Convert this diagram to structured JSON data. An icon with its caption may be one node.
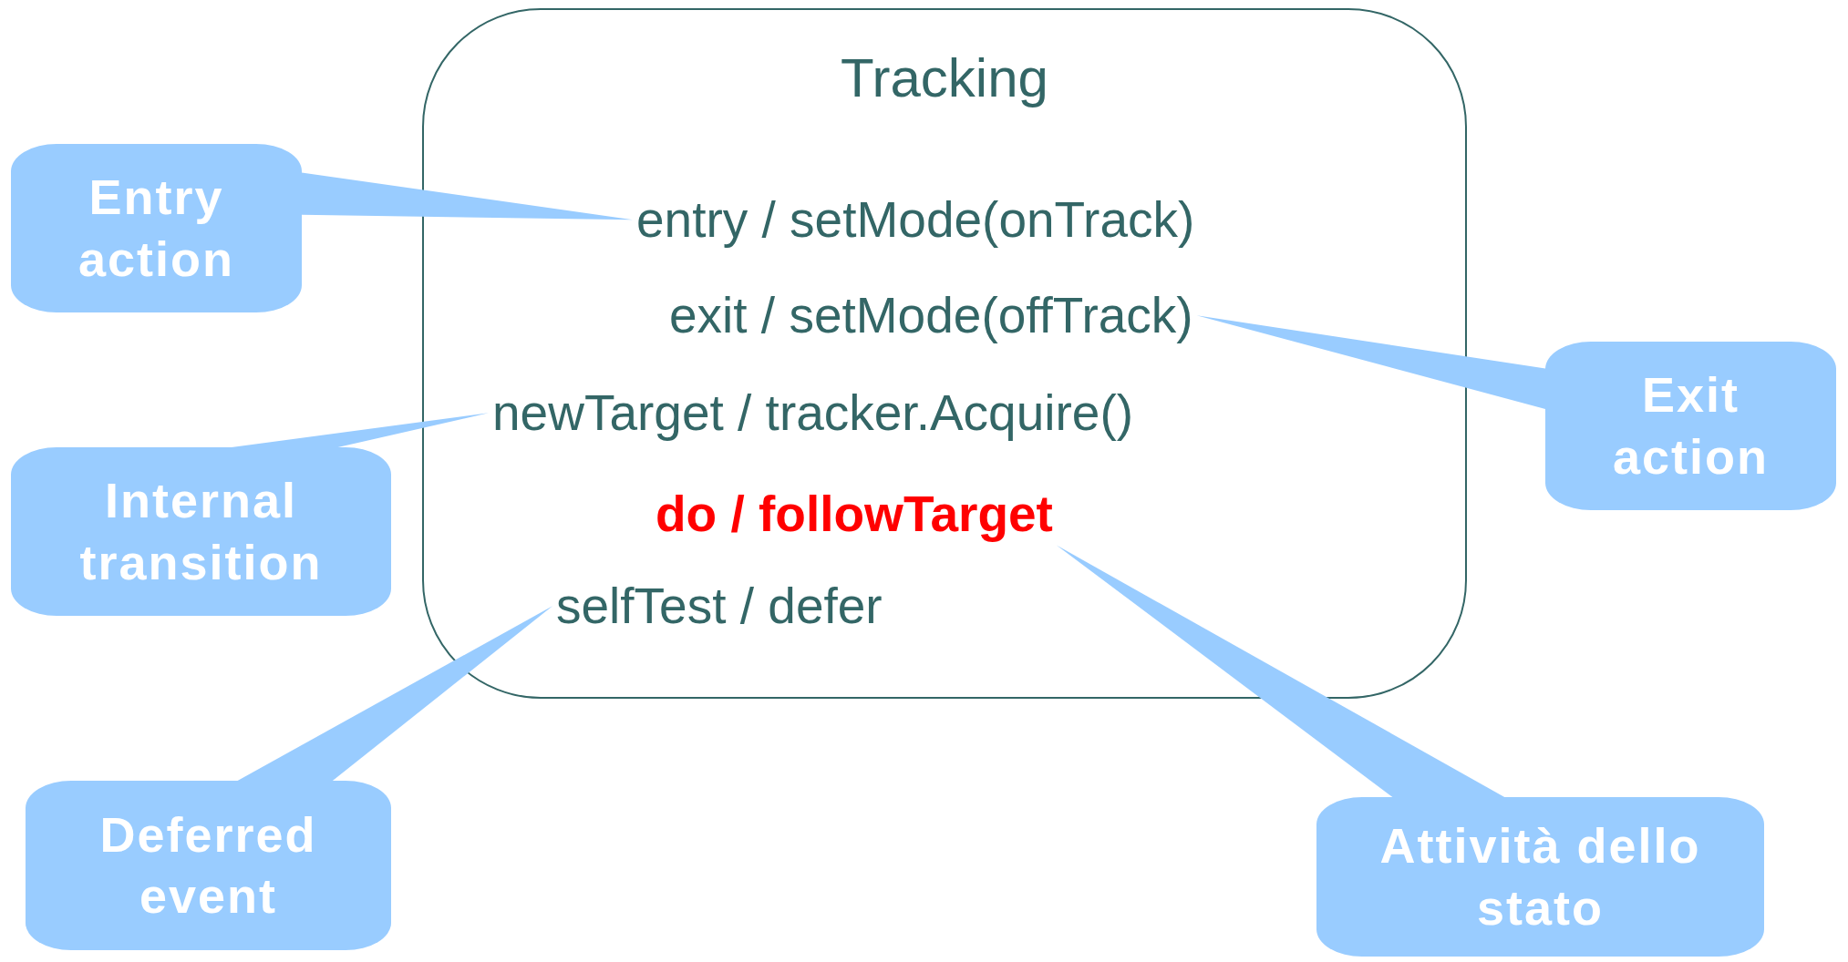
{
  "diagram": {
    "nodes": [
      {
        "text": [
          "Tracking"
        ]
      },
      {
        "text": [
          "entry / setMode(onTrack)"
        ],
        "in": 0
      },
      {
        "text": [
          "exit / setMode(offTrack)"
        ],
        "in": 0
      },
      {
        "text": [
          "newTarget / tracker.Acquire()"
        ],
        "in": 0
      },
      {
        "text": [
          "do / followTarget"
        ],
        "in": 0
      },
      {
        "text": [
          "selfTest / defer"
        ],
        "in": 0
      },
      {
        "text": [
          "Entry action"
        ]
      },
      {
        "text": [
          "Exit action"
        ]
      },
      {
        "text": [
          "Internal transition"
        ]
      },
      {
        "text": [
          "Deferred event"
        ]
      },
      {
        "text": [
          "Attività dello stato"
        ]
      }
    ],
    "edges": [
      {
        "from": 6,
        "to": 1,
        "arrow": "none"
      },
      {
        "from": 7,
        "to": 2,
        "arrow": "none"
      },
      {
        "from": 8,
        "to": 3,
        "arrow": "none"
      },
      {
        "from": 9,
        "to": 5,
        "arrow": "none"
      },
      {
        "from": 10,
        "to": 4,
        "arrow": "none"
      }
    ]
  }
}
